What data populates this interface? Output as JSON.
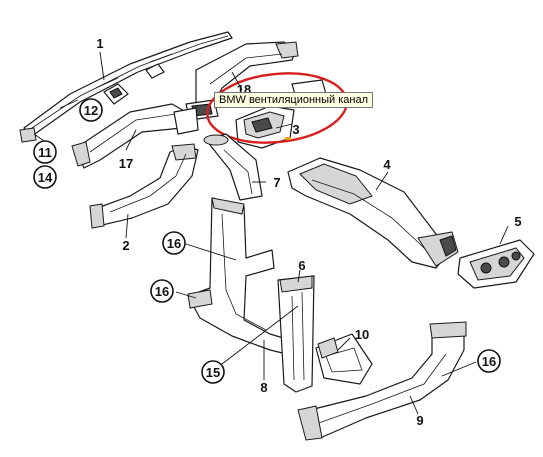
{
  "tooltip": {
    "text": "BMW вентиляционный канал"
  },
  "highlight": {
    "color": "#d81e1e"
  },
  "callouts": [
    {
      "id": "1",
      "text": "1",
      "circled": false
    },
    {
      "id": "2",
      "text": "2",
      "circled": false
    },
    {
      "id": "3",
      "text": "3",
      "circled": false
    },
    {
      "id": "4",
      "text": "4",
      "circled": false
    },
    {
      "id": "5",
      "text": "5",
      "circled": false
    },
    {
      "id": "6",
      "text": "6",
      "circled": false
    },
    {
      "id": "7",
      "text": "7",
      "circled": false
    },
    {
      "id": "8",
      "text": "8",
      "circled": false
    },
    {
      "id": "9",
      "text": "9",
      "circled": false
    },
    {
      "id": "10",
      "text": "10",
      "circled": false
    },
    {
      "id": "11",
      "text": "11",
      "circled": true
    },
    {
      "id": "12",
      "text": "12",
      "circled": true
    },
    {
      "id": "14",
      "text": "14",
      "circled": true
    },
    {
      "id": "15",
      "text": "15",
      "circled": true
    },
    {
      "id": "16a",
      "text": "16",
      "circled": true
    },
    {
      "id": "16b",
      "text": "16",
      "circled": true
    },
    {
      "id": "16c",
      "text": "16",
      "circled": true
    },
    {
      "id": "17",
      "text": "17",
      "circled": false
    },
    {
      "id": "18",
      "text": "18",
      "circled": false
    }
  ]
}
